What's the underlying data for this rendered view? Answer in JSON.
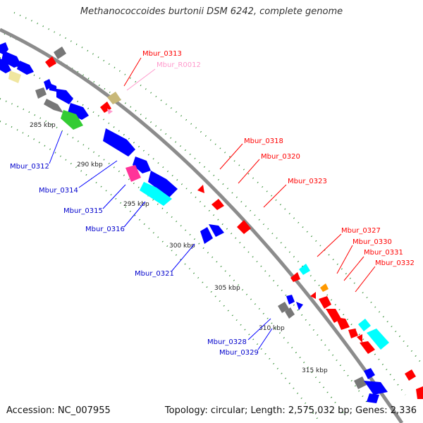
{
  "title": "Methanococcoides burtonii DSM 6242, complete genome",
  "footer": {
    "accession": "Accession: NC_007955",
    "topology": "Topology: circular; Length: 2,575,032 bp; Genes: 2,336"
  },
  "colors": {
    "backbone": "#8c8c8c",
    "forward_strand": "#0000ff",
    "reverse_strand": "#ff0000",
    "rna": "#ff99cc",
    "grid_dots": "#2e8b2e",
    "gray_feature": "#777777",
    "cyan_feature": "#00ffff",
    "green_feature": "#33cc33",
    "magenta_feature": "#ff3399",
    "khaki_feature": "#c8b878",
    "orange_feature": "#ff9900",
    "yellow_feature": "#f0e6a0"
  },
  "ticks": [
    "285 kbp",
    "290 kbp",
    "295 kbp",
    "300 kbp",
    "305 kbp",
    "310 kbp",
    "315 kbp"
  ],
  "labels": {
    "upper": [
      "Mbur_0313",
      "Mbur_R0012",
      "Mbur_0318",
      "Mbur_0320",
      "Mbur_0323",
      "Mbur_0327",
      "Mbur_0330",
      "Mbur_0331",
      "Mbur_0332"
    ],
    "lower": [
      "Mbur_0312",
      "Mbur_0314",
      "Mbur_0315",
      "Mbur_0316",
      "Mbur_0321",
      "Mbur_0328",
      "Mbur_0329"
    ]
  }
}
